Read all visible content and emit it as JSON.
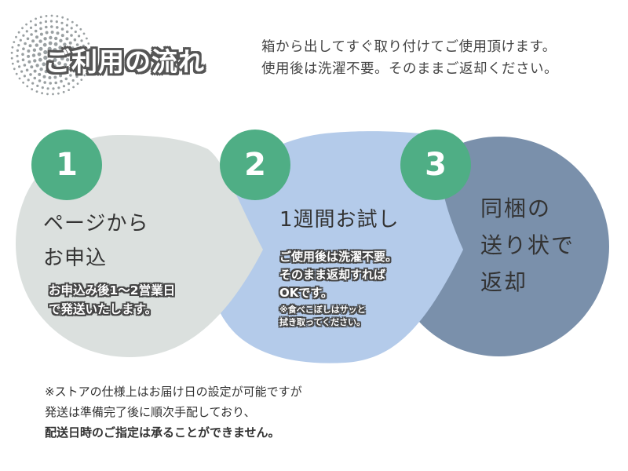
{
  "header": {
    "title": "ご利用の流れ",
    "intro_line1": "箱から出してすぐ取り付けてご使用頂けます。",
    "intro_line2": "使用後は洗濯不要。そのままご返却ください。"
  },
  "steps": [
    {
      "number": "1",
      "label_line1": "ページから",
      "label_line2": "お申込",
      "note_line1": "お申込み後1～2営業日",
      "note_line2": "で発送いたします。"
    },
    {
      "number": "2",
      "label": "1週間お試し",
      "note_line1": "ご使用後は洗濯不要。",
      "note_line2": "そのまま返却すれば",
      "note_line3": "OKです。",
      "small_line1": "※食べこぼしはサッと",
      "small_line2": "拭き取ってください。"
    },
    {
      "number": "3",
      "label_line1": "同梱の",
      "label_line2": "送り状で",
      "label_line3": "返却"
    }
  ],
  "footer": {
    "line1": "※ストアの仕様上はお届け日の設定が可能ですが",
    "line2": "発送は準備完了後に順次手配しており、",
    "line3": "配送日時のご指定は承ることができません。"
  },
  "colors": {
    "step1_bg": "#dbe0de",
    "step2_bg": "#b4cbea",
    "step3_bg": "#7a90ab",
    "badge": "#4fae85",
    "dots": "#9aa0a2"
  }
}
